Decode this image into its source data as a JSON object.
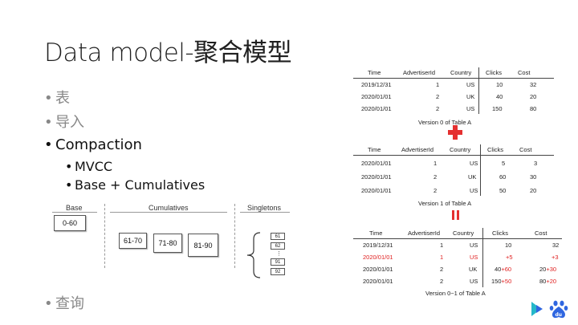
{
  "slide": {
    "title": "Data model-聚合模型",
    "bullets": [
      "表",
      "导入",
      "Compaction",
      "查询"
    ],
    "sub_bullets": [
      "MVCC",
      "Base + Cumulatives"
    ]
  },
  "diagram": {
    "base_label": "Base",
    "base_box": "0-60",
    "cumulatives_label": "Cumulatives",
    "cumulative_boxes": [
      "61-70",
      "71-80",
      "81-90"
    ],
    "singletons_label": "Singletons",
    "singleton_boxes": [
      "61",
      "62",
      "⋮",
      "91",
      "92"
    ]
  },
  "table_a": {
    "headers": [
      "Time",
      "AdvertiserId",
      "Country",
      "Clicks",
      "Cost"
    ],
    "rows": [
      [
        "2019/12/31",
        "1",
        "US",
        "10",
        "32"
      ],
      [
        "2020/01/01",
        "2",
        "UK",
        "40",
        "20"
      ],
      [
        "2020/01/01",
        "2",
        "US",
        "150",
        "80"
      ]
    ],
    "caption": "Version 0 of Table A"
  },
  "table_b": {
    "headers": [
      "Time",
      "AdvertiserId",
      "Country",
      "Clicks",
      "Cost"
    ],
    "rows": [
      [
        "2020/01/01",
        "1",
        "US",
        "5",
        "3"
      ],
      [
        "2020/01/01",
        "2",
        "UK",
        "60",
        "30"
      ],
      [
        "2020/01/01",
        "2",
        "US",
        "50",
        "20"
      ]
    ],
    "caption": "Version 1 of Table A"
  },
  "table_c": {
    "headers": [
      "Time",
      "AdvertiserId",
      "Country",
      "Clicks",
      "Cost"
    ],
    "rows": [
      {
        "time": "2019/12/31",
        "adv": "1",
        "country": "US",
        "clicks_base": "10",
        "clicks_add": "",
        "cost_base": "32",
        "cost_add": "",
        "red": false
      },
      {
        "time": "2020/01/01",
        "adv": "1",
        "country": "US",
        "clicks_base": "",
        "clicks_add": "+5",
        "cost_base": "",
        "cost_add": "+3",
        "red": true
      },
      {
        "time": "2020/01/01",
        "adv": "2",
        "country": "UK",
        "clicks_base": "40",
        "clicks_add": "+60",
        "cost_base": "20",
        "cost_add": "+30",
        "red": false
      },
      {
        "time": "2020/01/01",
        "adv": "2",
        "country": "US",
        "clicks_base": "150",
        "clicks_add": "+50",
        "cost_base": "80",
        "cost_add": "+20",
        "red": false
      }
    ],
    "caption": "Version 0~1 of Table A"
  },
  "colors": {
    "accent": "#e53030",
    "logo_blue": "#2f66e0",
    "logo_teal": "#25b7c9"
  },
  "icons": {
    "logo": "baidu-paw-icon"
  }
}
